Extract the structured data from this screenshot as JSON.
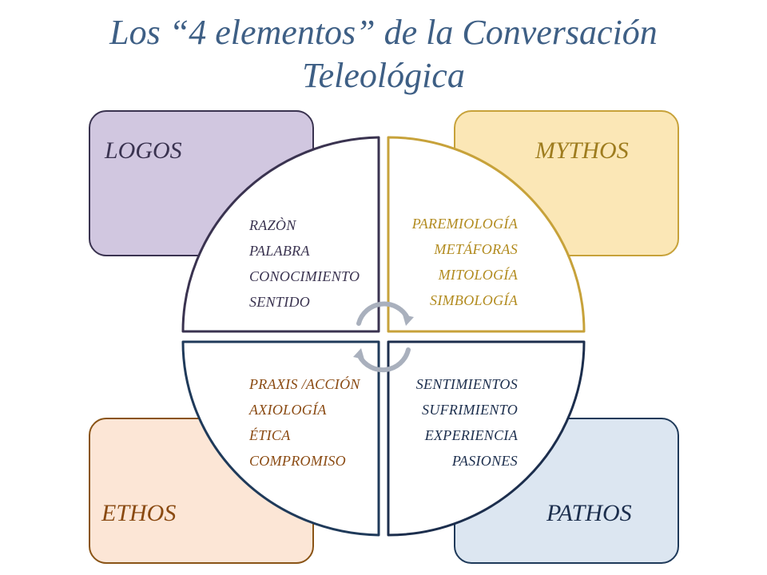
{
  "title": {
    "line1": "Los “4 elementos” de la Conversación",
    "line2": "Teleológica"
  },
  "quadrants": {
    "logos": {
      "label": "LOGOS",
      "items": [
        "RAZÒN",
        "PALABRA",
        "CONOCIMIENTO",
        "SENTIDO"
      ]
    },
    "mythos": {
      "label": "MYTHOS",
      "items": [
        "PAREMIOLOGÍA",
        "METÁFORAS",
        "MITOLOGÍA",
        "SIMBOLOGÍA"
      ]
    },
    "ethos": {
      "label": "ETHOS",
      "items": [
        "PRAXIS /ACCIÓN",
        "AXIOLOGÍA",
        "ÉTICA",
        "COMPROMISO"
      ]
    },
    "pathos": {
      "label": "PATHOS",
      "items": [
        "SENTIMIENTOS",
        "SUFRIMIENTO",
        "EXPERIENCIA",
        "PASIONES"
      ]
    }
  },
  "center_icon": "cycle-arrows-icon",
  "colors": {
    "title": "#3e5f85",
    "logos": "#3a3350",
    "mythos": "#b28b1f",
    "ethos": "#8a4a12",
    "pathos": "#1c2e4d",
    "arrows": "#a9b0bd"
  }
}
